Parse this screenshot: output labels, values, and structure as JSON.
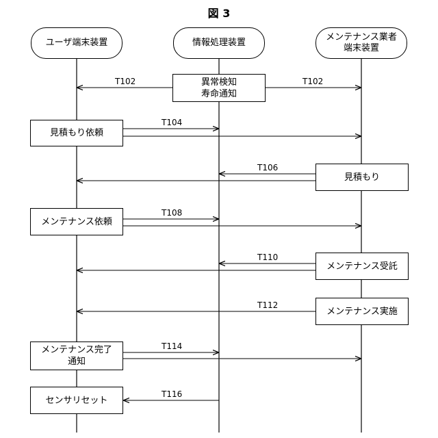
{
  "title": "図 3",
  "lanes": {
    "user": "ユーザ端末装置",
    "server": "情報処理装置",
    "vendor_line1": "メンテナンス業者",
    "vendor_line2": "端末装置"
  },
  "boxes": {
    "anomaly_line1": "異常検知",
    "anomaly_line2": "寿命通知",
    "estimate_request": "見積もり依頼",
    "estimate": "見積もり",
    "maintenance_request": "メンテナンス依頼",
    "maintenance_accept": "メンテナンス受託",
    "maintenance_perform": "メンテナンス実施",
    "complete_line1": "メンテナンス完了",
    "complete_line2": "通知",
    "sensor_reset": "センサリセット"
  },
  "steps": {
    "t102a": "T102",
    "t102b": "T102",
    "t104": "T104",
    "t106": "T106",
    "t108": "T108",
    "t110": "T110",
    "t112": "T112",
    "t114": "T114",
    "t116": "T116"
  }
}
